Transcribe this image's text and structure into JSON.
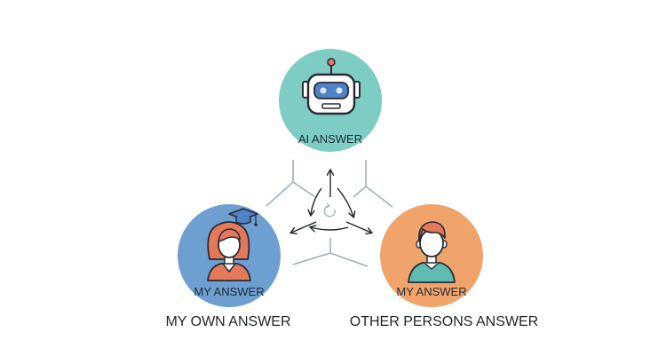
{
  "nodes": {
    "ai": {
      "label": "AI ANSWER",
      "color": "#7ecdc4",
      "icon": "robot-icon"
    },
    "mine": {
      "label": "MY ANSWER",
      "color": "#6d9fd1",
      "icon": "student-woman-icon",
      "caption": "MY OWN ANSWER"
    },
    "other": {
      "label": "MY ANSWER",
      "color": "#f0a46c",
      "icon": "man-icon",
      "caption": "OTHER PERSONS ANSWER"
    }
  },
  "colors": {
    "line": "#7e97a8",
    "ink": "#1f2428",
    "connector": "#9bb2c0"
  },
  "center_icon": "refresh-cycle-icon"
}
